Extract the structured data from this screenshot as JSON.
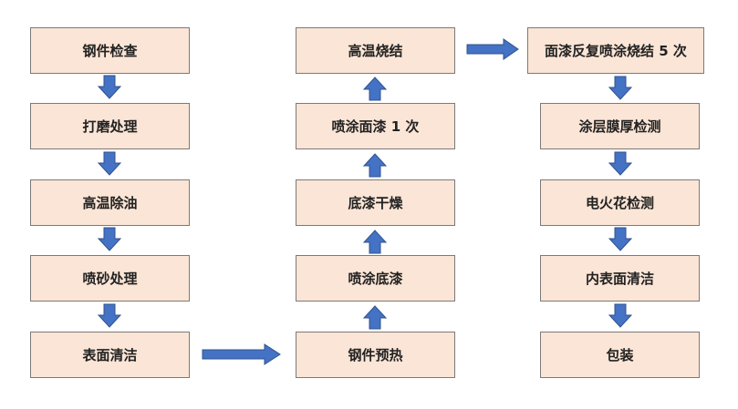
{
  "colors": {
    "box_fill": "#fbe5d6",
    "box_border": "#7a7a7a",
    "arrow_fill": "#4472c4",
    "arrow_stroke": "#2f528f",
    "text": "#222222"
  },
  "columns": [
    {
      "steps": [
        {
          "label": "钢件检查"
        },
        {
          "label": "打磨处理"
        },
        {
          "label": "高温除油"
        },
        {
          "label": "喷砂处理"
        },
        {
          "label": "表面清洁"
        }
      ]
    },
    {
      "steps": [
        {
          "label": "高温烧结"
        },
        {
          "label": "喷涂面漆 1 次"
        },
        {
          "label": "底漆干燥"
        },
        {
          "label": "喷涂底漆"
        },
        {
          "label": "钢件预热"
        }
      ]
    },
    {
      "steps": [
        {
          "label": "面漆反复喷涂烧结 5 次"
        },
        {
          "label": "涂层膜厚检测"
        },
        {
          "label": "电火花检测"
        },
        {
          "label": "内表面清洁"
        },
        {
          "label": "包装"
        }
      ]
    }
  ]
}
